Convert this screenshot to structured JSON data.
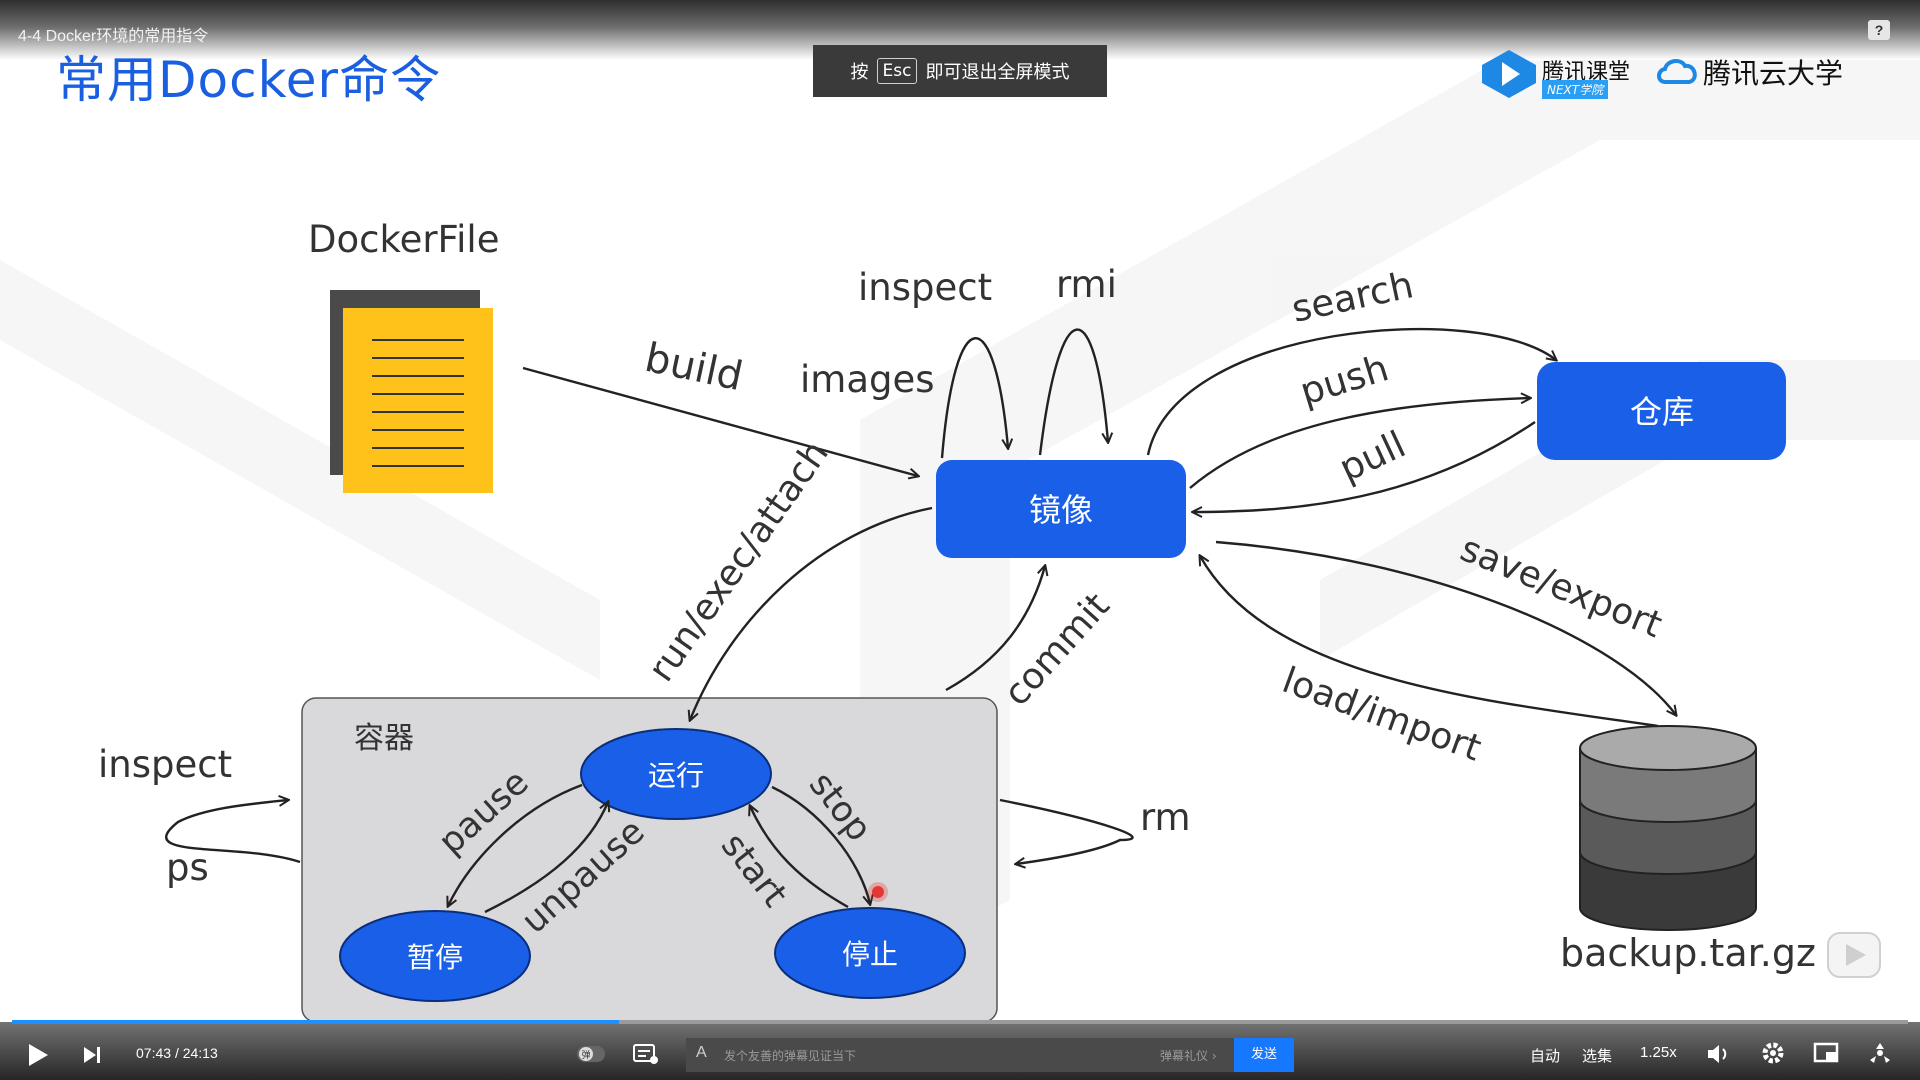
{
  "player": {
    "video_title": "4-4 Docker环境的常用指令",
    "help_icon": "?",
    "esc_notice": {
      "prefix": "按",
      "key": "Esc",
      "suffix": "即可退出全屏模式"
    },
    "time_current": "07:43",
    "time_separator": "/",
    "time_total": "24:13",
    "progress": 0.32,
    "danmaku_placeholder": "发个友善的弹幕见证当下",
    "danmaku_etiquette": "弹幕礼仪 ›",
    "send_label": "发送",
    "quality_label": "自动",
    "episodes_label": "选集",
    "speed_label": "1.25x",
    "icons": [
      "play-icon",
      "next-icon",
      "danmaku-toggle-icon",
      "danmaku-settings-icon",
      "volume-icon",
      "gear-icon",
      "pip-icon",
      "fullscreen-icon"
    ],
    "accent_color": "#1677ff"
  },
  "slide": {
    "title": "常用Docker命令",
    "logos": {
      "tencent_classroom": "腾讯课堂",
      "next_badge": "NEXT学院",
      "tencent_cloud_university": "腾讯云大学"
    },
    "diagram": {
      "dockerfile_label": "DockerFile",
      "image_node": "镜像",
      "repo_node": "仓库",
      "container_label": "容器",
      "running_node": "运行",
      "paused_node": "暂停",
      "stopped_node": "停止",
      "backup_label": "backup.tar.gz",
      "edges": {
        "build": "build",
        "inspect_image": "inspect",
        "rmi": "rmi",
        "images": "images",
        "search": "search",
        "push": "push",
        "pull": "pull",
        "run": "run/exec/attach",
        "commit": "commit",
        "save": "save/export",
        "load": "load/import",
        "inspect_container": "inspect",
        "ps": "ps",
        "rm": "rm",
        "pause": "pause",
        "unpause": "unpause",
        "stop": "stop",
        "start": "start"
      },
      "colors": {
        "node_blue": "#1a5fe8",
        "node_text": "#ffffff",
        "doc_yellow": "#ffc21a",
        "container_bg": "#d9d9db"
      }
    }
  }
}
